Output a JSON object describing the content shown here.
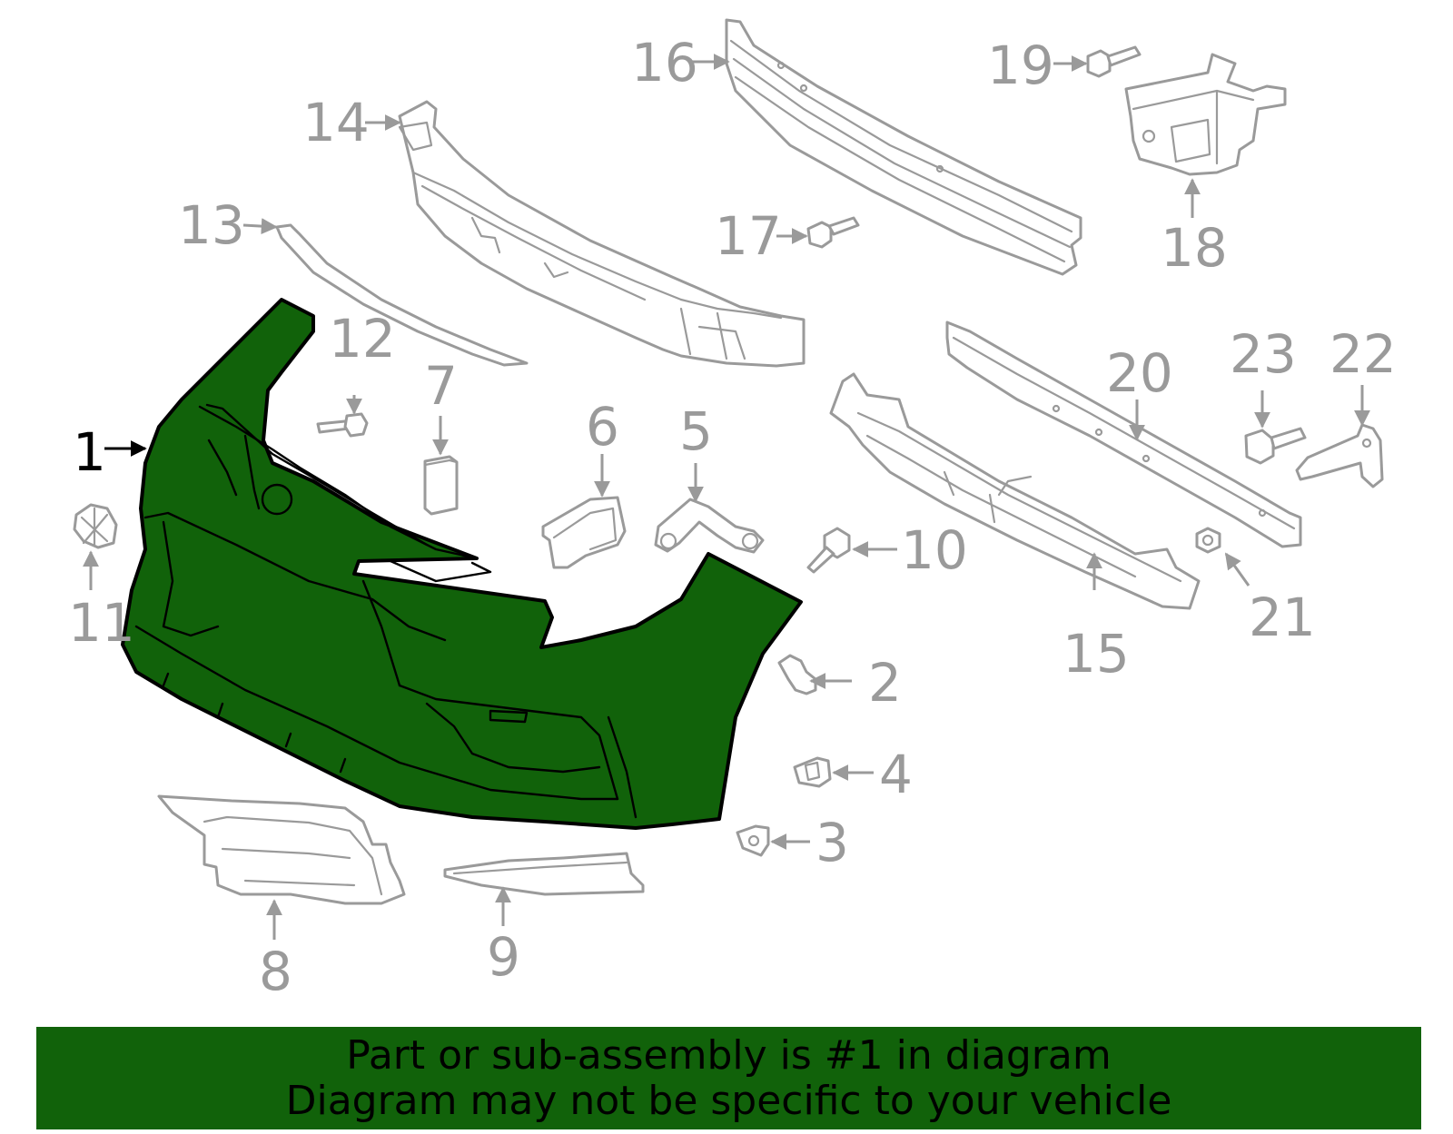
{
  "diagram": {
    "highlight_color": "#11620a",
    "part_color": "#9a9a9a",
    "highlighted_part": "1",
    "callouts": [
      "1",
      "2",
      "3",
      "4",
      "5",
      "6",
      "7",
      "8",
      "9",
      "10",
      "11",
      "12",
      "13",
      "14",
      "15",
      "16",
      "17",
      "18",
      "19",
      "20",
      "21",
      "22",
      "23"
    ]
  },
  "footer": {
    "background": "#11620a",
    "line1": "Part or sub-assembly is #1 in diagram",
    "line2": "Diagram may not be specific to your vehicle"
  }
}
